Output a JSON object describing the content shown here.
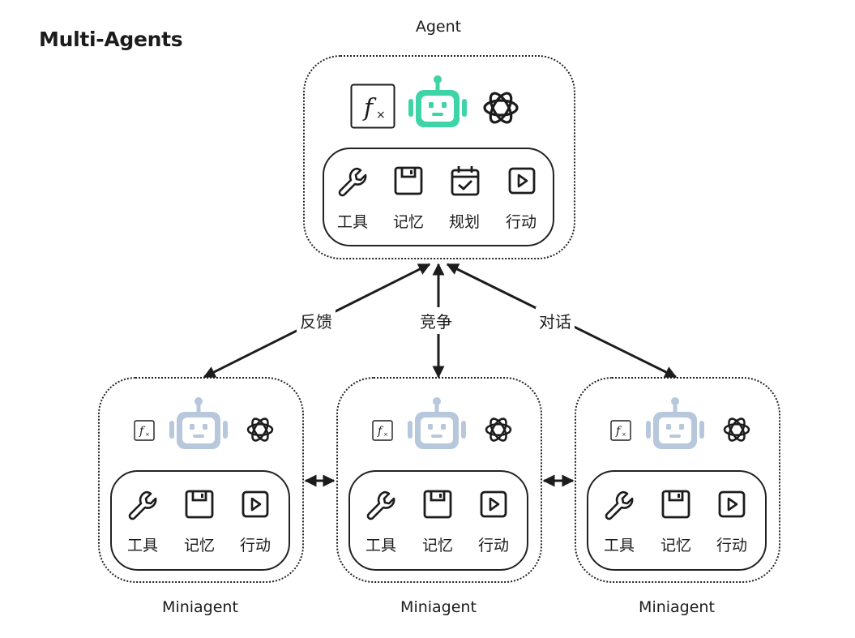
{
  "title": "Multi-Agents",
  "agent": {
    "caption": "Agent",
    "icons": [
      "function-icon",
      "robot-icon",
      "openai-icon"
    ],
    "modules": [
      {
        "icon": "wrench-icon",
        "label": "工具"
      },
      {
        "icon": "save-icon",
        "label": "记忆"
      },
      {
        "icon": "calendar-check-icon",
        "label": "规划"
      },
      {
        "icon": "play-icon",
        "label": "行动"
      }
    ]
  },
  "miniagents": [
    {
      "caption": "Miniagent",
      "modules": [
        {
          "icon": "wrench-icon",
          "label": "工具"
        },
        {
          "icon": "save-icon",
          "label": "记忆"
        },
        {
          "icon": "play-icon",
          "label": "行动"
        }
      ]
    },
    {
      "caption": "Miniagent",
      "modules": [
        {
          "icon": "wrench-icon",
          "label": "工具"
        },
        {
          "icon": "save-icon",
          "label": "记忆"
        },
        {
          "icon": "play-icon",
          "label": "行动"
        }
      ]
    },
    {
      "caption": "Miniagent",
      "modules": [
        {
          "icon": "wrench-icon",
          "label": "工具"
        },
        {
          "icon": "save-icon",
          "label": "记忆"
        },
        {
          "icon": "play-icon",
          "label": "行动"
        }
      ]
    }
  ],
  "edges": {
    "left": "反馈",
    "center": "竞争",
    "right": "对话"
  },
  "colors": {
    "agent_robot": "#3fd4a8",
    "mini_robot": "#b8c8dc",
    "stroke": "#1c1c1c"
  }
}
